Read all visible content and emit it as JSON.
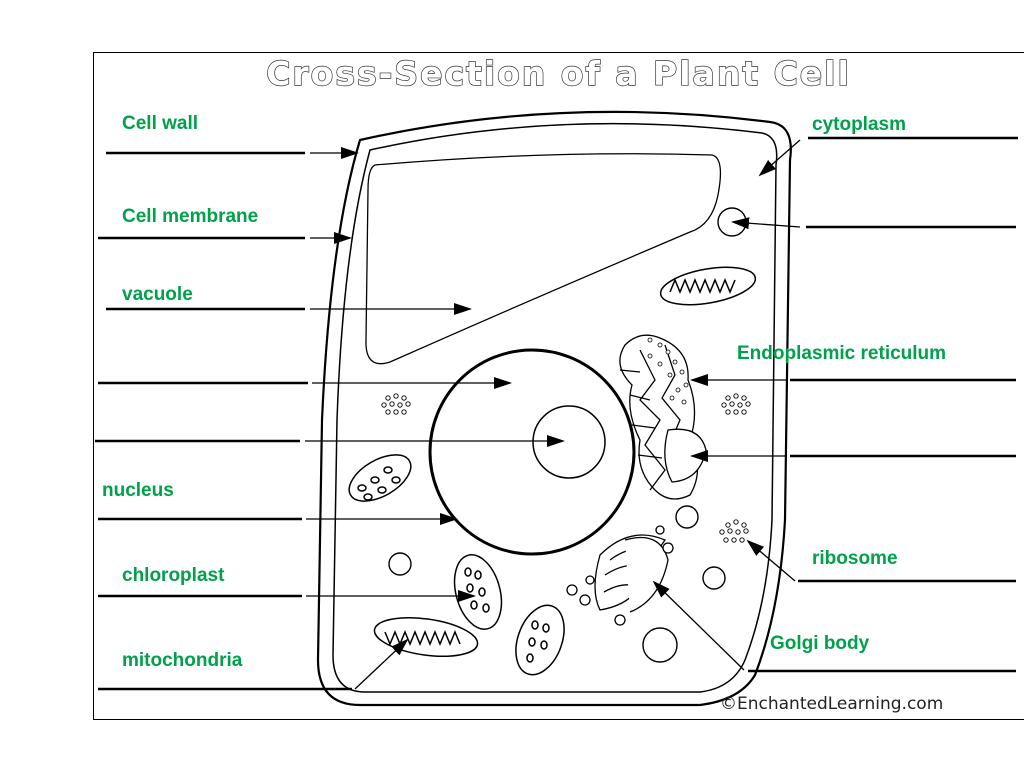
{
  "title": "Cross-Section of a Plant Cell",
  "copyright": "©EnchantedLearning.com",
  "label_color": "#00a14b",
  "labels": {
    "cell_wall": "Cell wall",
    "cell_membrane": "Cell membrane",
    "vacuole": "vacuole",
    "nucleus": "nucleus",
    "chloroplast": "chloroplast",
    "mitochondria": "mitochondria",
    "cytoplasm": "cytoplasm",
    "endoplasmic_reticulum": "Endoplasmic reticulum",
    "ribosome": "ribosome",
    "golgi_body": "Golgi body"
  }
}
